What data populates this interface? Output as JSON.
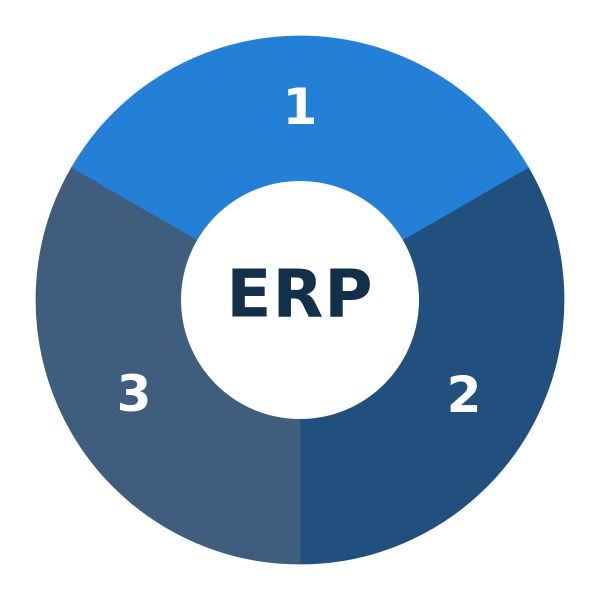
{
  "diagram": {
    "center_label": "ERP",
    "center_color": "#13304a",
    "center_fill": "#ffffff",
    "segments": [
      {
        "label": "1",
        "color": "#2380d6"
      },
      {
        "label": "2",
        "color": "#21507e"
      },
      {
        "label": "3",
        "color": "#3f5d7c"
      }
    ]
  }
}
